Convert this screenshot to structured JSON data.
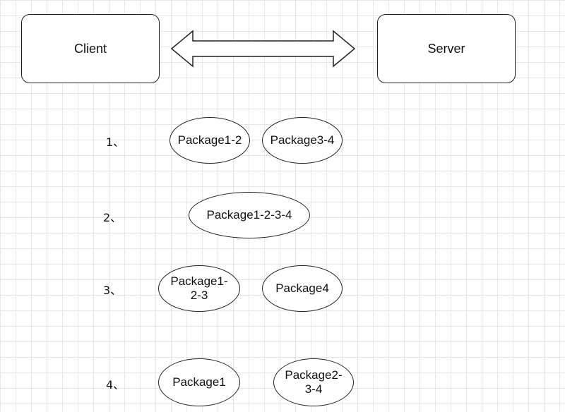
{
  "client_label": "Client",
  "server_label": "Server",
  "steps": [
    {
      "label": "1、",
      "packages": [
        "Package1-2",
        "Package3-4"
      ]
    },
    {
      "label": "2、",
      "packages": [
        "Package1-2-3-4"
      ]
    },
    {
      "label": "3、",
      "packages": [
        "Package1-\n2-3",
        "Package4"
      ]
    },
    {
      "label": "4、",
      "packages": [
        "Package1",
        "Package2-\n3-4"
      ]
    }
  ]
}
